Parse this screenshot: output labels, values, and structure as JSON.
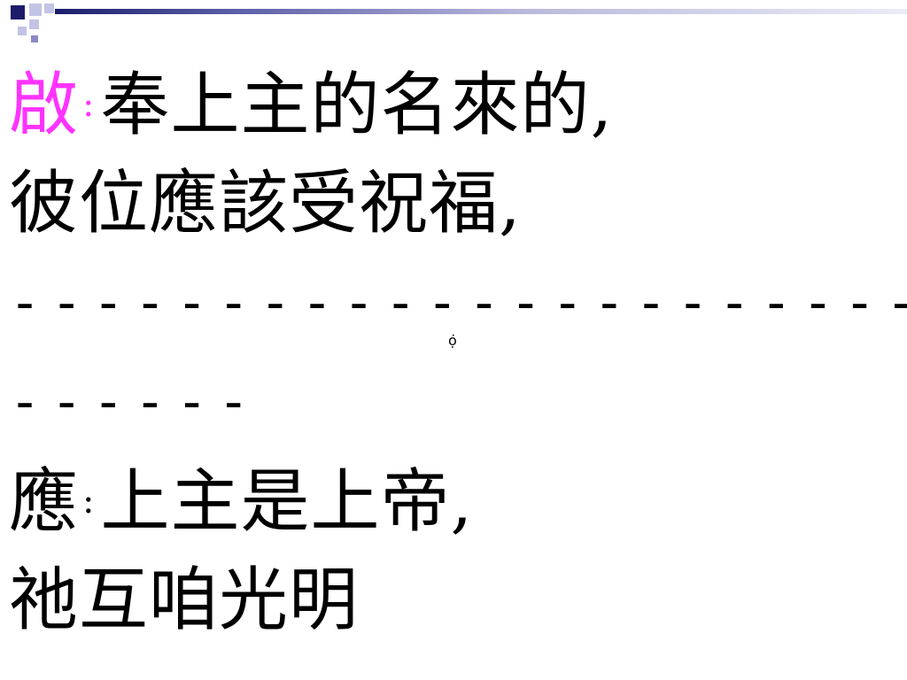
{
  "lines": {
    "line1_speaker": "啟",
    "line1_colon": ":",
    "line1_text": "奉上主的名來的,",
    "line2_text": "彼位應該受祝福,",
    "line3_dashes": "----------------------",
    "line4_dashes": "------",
    "line5_speaker": "應",
    "line5_colon": ":",
    "line5_text": "上主是上帝,",
    "line6_text": "祂互咱光明"
  },
  "marks": {
    "tiny_glyph": "ọ̇"
  },
  "colors": {
    "speaker_highlight": "#ff33ff",
    "deco_navy": "#1c1c6b",
    "deco_lavender": "#c3c3e6"
  }
}
